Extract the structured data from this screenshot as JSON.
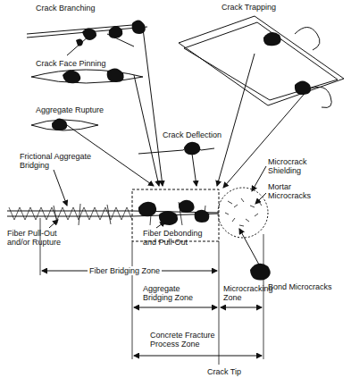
{
  "diagram": {
    "labels": [
      "Crack Branching",
      "Crack Trapping",
      "Crack Face Pinning",
      "Aggregate Rupture",
      "Crack Deflection",
      "Frictional Aggregate Bridging",
      "Microcrack Shielding",
      "Mortar Microcracks",
      "Bond Microcracks",
      "Fiber Pull-Out and/or Rupture",
      "Fiber Debonding and Pull-Out",
      "Fiber Bridging Zone",
      "Aggregate Bridging Zone",
      "Microcracking Zone",
      "Concrete Fracture Process Zone",
      "Crack Tip"
    ]
  }
}
